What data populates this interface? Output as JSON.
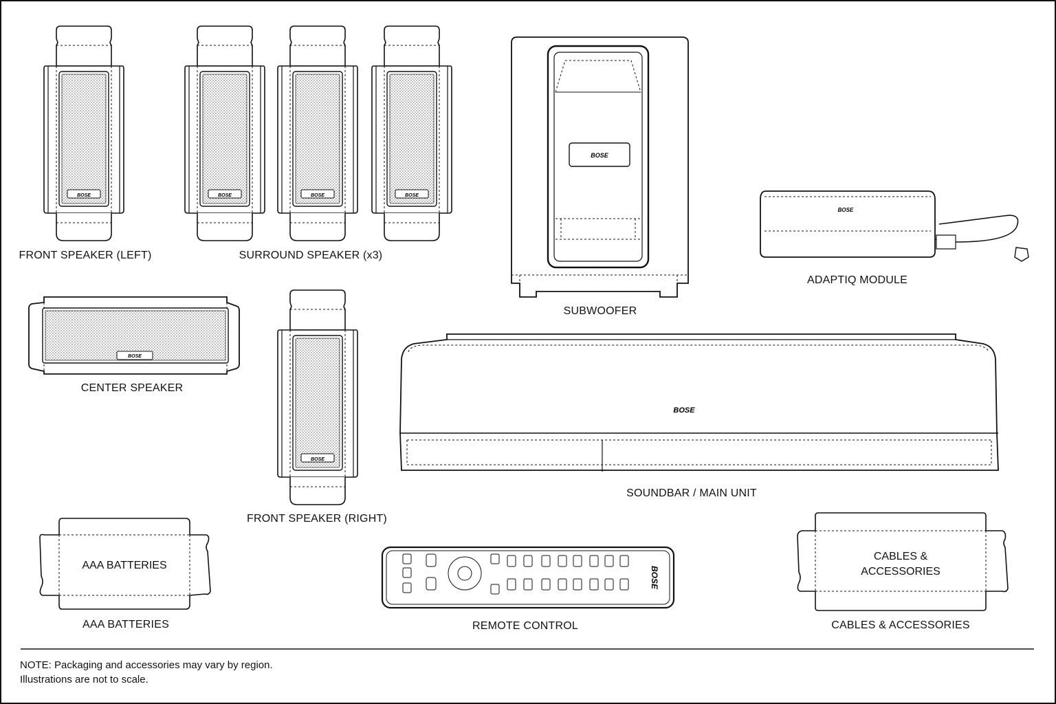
{
  "brand": "BOSE",
  "items": {
    "front_left": "FRONT SPEAKER (LEFT)",
    "surround": "SURROUND SPEAKER (x3)",
    "subwoofer": "SUBWOOFER",
    "adaptiq": "ADAPTIQ MODULE",
    "center": "CENTER SPEAKER",
    "front_right": "FRONT SPEAKER (RIGHT)",
    "soundbar": "SOUNDBAR / MAIN UNIT",
    "batteries": "AAA BATTERIES",
    "batteries_box": "AAA BATTERIES",
    "remote": "REMOTE CONTROL",
    "cables": "CABLES & ACCESSORIES",
    "cables_box_line1": "CABLES &",
    "cables_box_line2": "ACCESSORIES"
  },
  "note": {
    "line1": "NOTE: Packaging and accessories may vary by region.",
    "line2": "Illustrations are not to scale."
  }
}
